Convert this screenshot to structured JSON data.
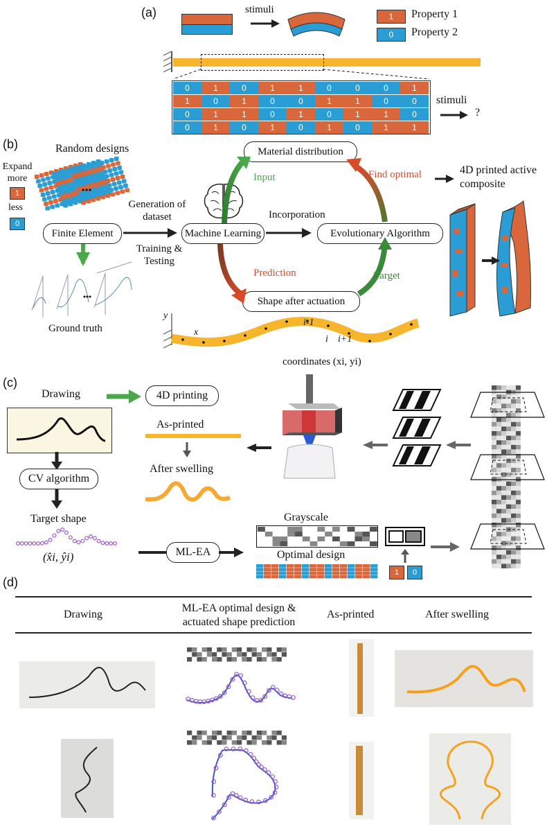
{
  "colors": {
    "orange": "#d8683c",
    "blue": "#2a9dd4",
    "yellow": "#f6b52a",
    "green": "#4aa84a",
    "red": "#d94a2a"
  },
  "panel_a": {
    "label": "(a)",
    "stimuli": "stimuli",
    "legend": [
      {
        "code": "1",
        "text": "Property 1"
      },
      {
        "code": "0",
        "text": "Property 2"
      }
    ],
    "grid": [
      [
        "0",
        "1",
        "0",
        "1",
        "1",
        "0",
        "0",
        "0",
        "1"
      ],
      [
        "1",
        "0",
        "1",
        "0",
        "0",
        "1",
        "1",
        "0",
        "0"
      ],
      [
        "0",
        "1",
        "1",
        "0",
        "1",
        "0",
        "1",
        "1",
        "0"
      ],
      [
        "0",
        "1",
        "0",
        "1",
        "0",
        "1",
        "0",
        "1",
        "1"
      ]
    ],
    "stimuli_right": "stimuli",
    "question": "?"
  },
  "panel_b": {
    "label": "(b)",
    "random_designs": "Random designs",
    "expand_more": "Expand more",
    "more_code": "1",
    "less": "less",
    "less_code": "0",
    "finite_element": "Finite Element",
    "generation": "Generation of dataset",
    "training": "Training & Testing",
    "ground_truth": "Ground truth",
    "machine_learning": "Machine Learning",
    "incorporation": "Incorporation",
    "evolutionary": "Evolutionary Algorithm",
    "material_distribution": "Material distribution",
    "input": "Input",
    "find_optimal": "Find optimal",
    "prediction": "Prediction",
    "target": "Target",
    "shape_after": "Shape after actuation",
    "printed_composite": "4D printed active composite",
    "axis_y": "y",
    "axis_x": "x",
    "idx_prev": "i-1",
    "idx_i": "i",
    "idx_next": "i+1",
    "coordinates": "coordinates (xi, yi)"
  },
  "panel_c": {
    "label": "(c)",
    "drawing": "Drawing",
    "printing": "4D printing",
    "as_printed": "As-printed",
    "after_swelling": "After swelling",
    "cv_algorithm": "CV algorithm",
    "target_shape": "Target shape",
    "target_coords": "(x̂i, ŷi)",
    "ml_ea": "ML-EA",
    "grayscale": "Grayscale",
    "optimal_design": "Optimal design",
    "code_1": "1",
    "code_0": "0"
  },
  "panel_d": {
    "label": "(d)",
    "headers": [
      "Drawing",
      "ML-EA optimal design & actuated shape prediction",
      "As-printed",
      "After swelling"
    ]
  }
}
